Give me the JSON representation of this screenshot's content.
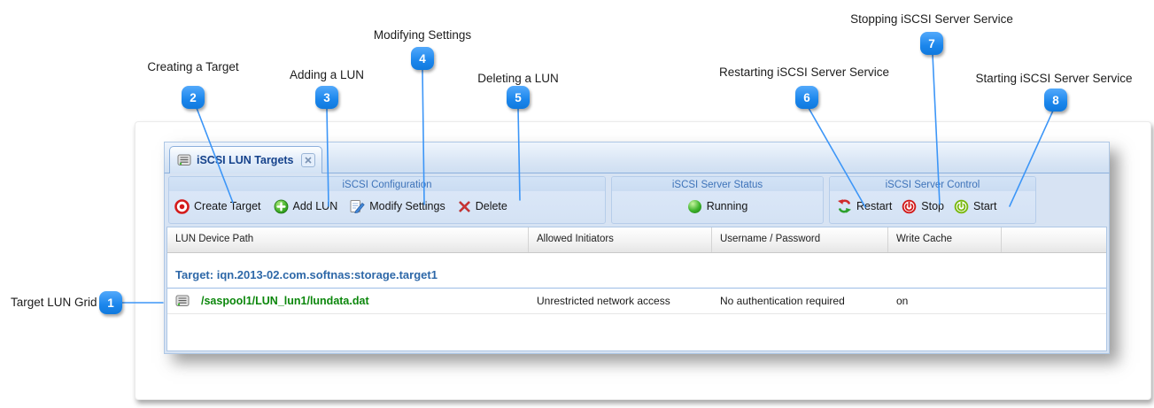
{
  "callouts": [
    {
      "number": "1",
      "label": "Target LUN Grid"
    },
    {
      "number": "2",
      "label": "Creating a Target"
    },
    {
      "number": "3",
      "label": "Adding a LUN"
    },
    {
      "number": "4",
      "label": "Modifying Settings"
    },
    {
      "number": "5",
      "label": "Deleting a LUN"
    },
    {
      "number": "6",
      "label": "Restarting iSCSI Server Service"
    },
    {
      "number": "7",
      "label": "Stopping iSCSI Server Service"
    },
    {
      "number": "8",
      "label": "Starting iSCSI Server Service"
    }
  ],
  "panel": {
    "tab": {
      "title": "iSCSI LUN Targets",
      "icon": "disk-drive-icon",
      "close_icon": "close-icon"
    },
    "toolbar": {
      "groups": [
        {
          "title": "iSCSI Configuration",
          "buttons": [
            {
              "label": "Create Target",
              "icon": "target-icon"
            },
            {
              "label": "Add LUN",
              "icon": "add-icon"
            },
            {
              "label": "Modify Settings",
              "icon": "edit-settings-icon"
            },
            {
              "label": "Delete",
              "icon": "delete-x-icon"
            }
          ]
        },
        {
          "title": "iSCSI Server Status",
          "buttons": [
            {
              "label": "Running",
              "icon": "green-orb-icon"
            }
          ]
        },
        {
          "title": "iSCSI Server Control",
          "buttons": [
            {
              "label": "Restart",
              "icon": "restart-arrows-icon"
            },
            {
              "label": "Stop",
              "icon": "power-red-icon"
            },
            {
              "label": "Start",
              "icon": "power-green-icon"
            }
          ]
        }
      ]
    },
    "grid": {
      "columns": [
        "LUN Device Path",
        "Allowed Initiators",
        "Username / Password",
        "Write Cache"
      ],
      "group_row": "Target: iqn.2013-02.com.softnas:storage.target1",
      "rows": [
        {
          "lun_device_path": "/saspool1/LUN_lun1/lundata.dat",
          "allowed_initiators": "Unrestricted network access",
          "username_password": "No authentication required",
          "write_cache": "on",
          "icon": "disk-drive-icon"
        }
      ]
    }
  },
  "colors": {
    "callout_accent": "#1b86ec",
    "callout_line": "#3d96f7",
    "tab_text": "#15428b",
    "group_title_text": "#3e73b9",
    "grid_group_text": "#2e68a8",
    "lun_path_text": "#0c870c",
    "status_green": "#2eb82e",
    "panel_border": "#aec7e5"
  }
}
